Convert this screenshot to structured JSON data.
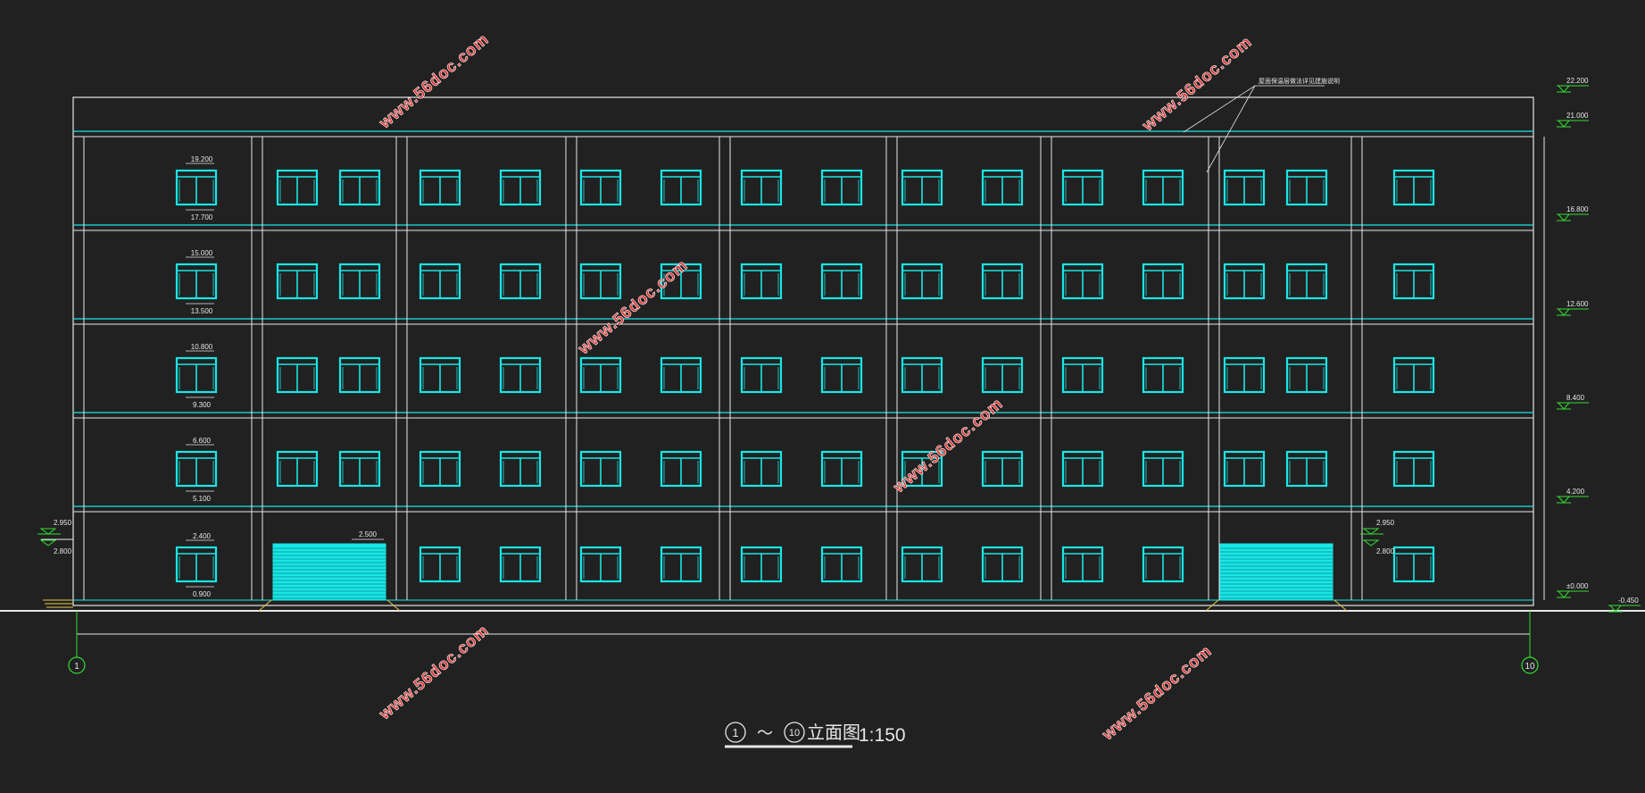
{
  "title": {
    "axis_from": "1",
    "tilde": "～",
    "axis_to": "10",
    "name": "立面图",
    "scale": "1:150"
  },
  "axis_labels": {
    "left": "1",
    "right": "10"
  },
  "right_elevations": [
    "22.200",
    "21.000",
    "16.800",
    "12.600",
    "8.400",
    "4.200",
    "±0.000",
    "-0.450"
  ],
  "window_level_pairs": [
    {
      "top": "19.200",
      "bottom": "17.700"
    },
    {
      "top": "15.000",
      "bottom": "13.500"
    },
    {
      "top": "10.800",
      "bottom": "9.300"
    },
    {
      "top": "6.600",
      "bottom": "5.100"
    },
    {
      "top": "2.400",
      "bottom": "0.900"
    }
  ],
  "entrance_left": {
    "top": "2.950",
    "bottom": "2.800"
  },
  "entrance_right": {
    "top": "2.950",
    "bottom": "2.800"
  },
  "shutter_label": "2.500",
  "leader_note": "屋面保温层做法详见建施说明",
  "watermark": "www.56doc.com",
  "colors": {
    "background": "#212121",
    "outline": "#e6e6e6",
    "cyan": "#19e6e6",
    "green": "#33dd33",
    "watermark": "#e03030"
  }
}
